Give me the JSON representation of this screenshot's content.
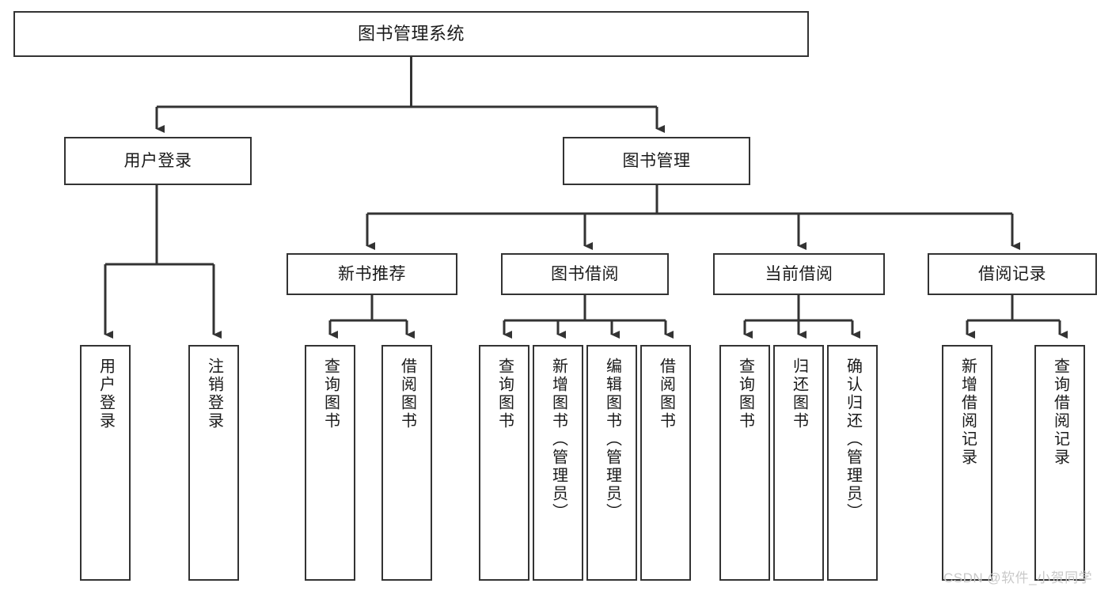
{
  "diagram": {
    "title": "图书管理系统",
    "type": "tree-hierarchy-diagram",
    "background_color": "#ffffff",
    "box_border_color": "#333333",
    "connector_color": "#333333",
    "text_color": "#1a1a1a"
  },
  "nodes": {
    "root": {
      "label": "图书管理系统"
    },
    "level1": [
      {
        "label": "用户登录"
      },
      {
        "label": "图书管理"
      }
    ],
    "level2": [
      {
        "label": "新书推荐"
      },
      {
        "label": "图书借阅"
      },
      {
        "label": "当前借阅"
      },
      {
        "label": "借阅记录"
      }
    ],
    "leaves": {
      "user_login": [
        {
          "label": "用户登录"
        },
        {
          "label": "注销登录"
        }
      ],
      "new_book_recommend": [
        {
          "label": "查询图书"
        },
        {
          "label": "借阅图书"
        }
      ],
      "book_borrow": [
        {
          "label": "查询图书"
        },
        {
          "label": "新增图书（管理员）"
        },
        {
          "label": "编辑图书（管理员）"
        },
        {
          "label": "借阅图书"
        }
      ],
      "current_borrow": [
        {
          "label": "查询图书"
        },
        {
          "label": "归还图书"
        },
        {
          "label": "确认归还（管理员）"
        }
      ],
      "borrow_record": [
        {
          "label": "新增借阅记录"
        },
        {
          "label": "查询借阅记录"
        }
      ]
    }
  },
  "watermark": {
    "text": "CSDN @软件_小贺同学"
  }
}
